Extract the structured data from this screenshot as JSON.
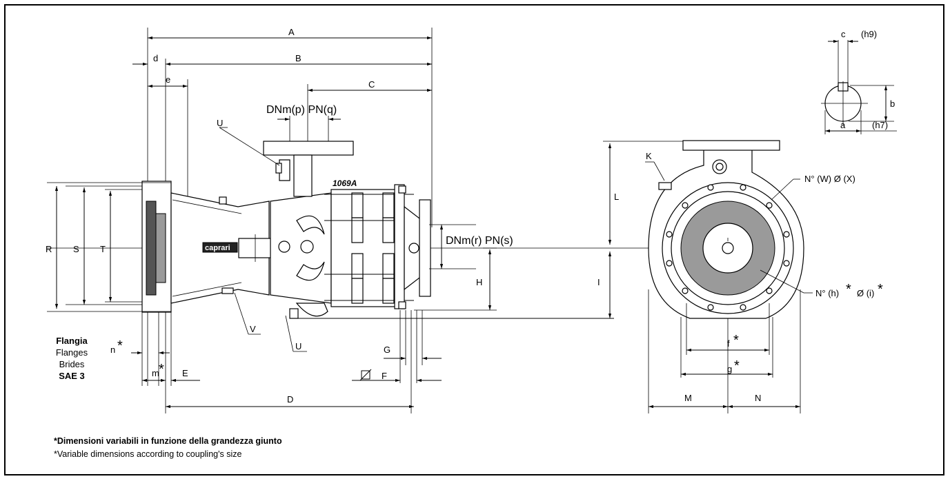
{
  "labels": {
    "A": "A",
    "B": "B",
    "C": "C",
    "D": "D",
    "E": "E",
    "F": "F",
    "G": "G",
    "H": "H",
    "I": "I",
    "K": "K",
    "L": "L",
    "M": "M",
    "N": "N",
    "R": "R",
    "S": "S",
    "T": "T",
    "U": "U",
    "V": "V",
    "a": "a",
    "b": "b",
    "c": "c",
    "d": "d",
    "e": "e",
    "f": "f",
    "g": "g",
    "m": "m",
    "n": "n",
    "h9": "(h9)",
    "h7": "(h7)",
    "suction_flange": "DNm(p) PN(q)",
    "delivery_flange": "DNm(r) PN(s)",
    "bolt_holes_outer": "N° (W) Ø (X)",
    "bolt_holes_inner_n": "N° (h)",
    "bolt_holes_inner_d": "Ø (i)",
    "asterisk": "*",
    "model": "1069A",
    "brand": "caprari"
  },
  "flange_note": {
    "line1": "Flangia",
    "line2": "Flanges",
    "line3": "Brides",
    "line4": "SAE 3"
  },
  "notes": {
    "italian": "*Dimensioni variabili in funzione della grandezza giunto",
    "english": "*Variable dimensions according to coupling's size"
  }
}
